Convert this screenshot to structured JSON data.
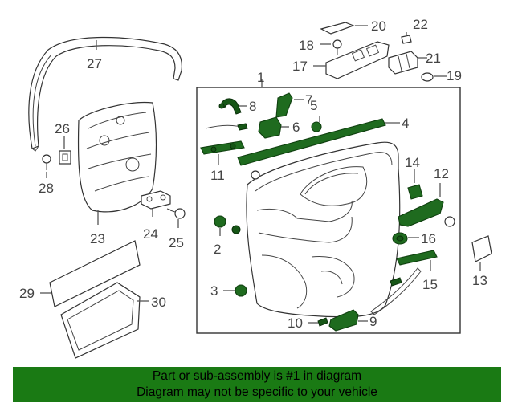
{
  "callouts": {
    "c1": "1",
    "c2": "2",
    "c3": "3",
    "c4": "4",
    "c5": "5",
    "c6": "6",
    "c7": "7",
    "c8": "8",
    "c9": "9",
    "c10": "10",
    "c11": "11",
    "c12": "12",
    "c13": "13",
    "c14": "14",
    "c15": "15",
    "c16": "16",
    "c17": "17",
    "c18": "18",
    "c19": "19",
    "c20": "20",
    "c21": "21",
    "c22": "22",
    "c23": "23",
    "c24": "24",
    "c25": "25",
    "c26": "26",
    "c27": "27",
    "c28": "28",
    "c29": "29",
    "c30": "30"
  },
  "footer": {
    "line1": "Part or sub-assembly is #1 in diagram",
    "line2": "Diagram may not be specific to your vehicle"
  },
  "colors": {
    "highlight": "#1f6b1f",
    "banner": "#1a7a14"
  }
}
